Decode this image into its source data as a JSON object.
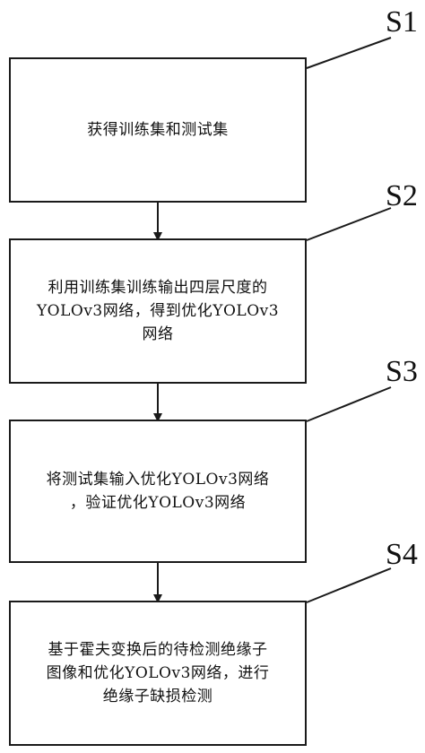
{
  "steps": [
    {
      "label": "S1",
      "text": "获得训练集和测试集"
    },
    {
      "label": "S2",
      "text": "利用训练集训练输出四层尺度的\nYOLOv3网络，得到优化YOLOv3\n网络"
    },
    {
      "label": "S3",
      "text": "将测试集输入优化YOLOv3网络\n，验证优化YOLOv3网络"
    },
    {
      "label": "S4",
      "text": "基于霍夫变换后的待检测绝缘子\n图像和优化YOLOv3网络，进行\n绝缘子缺损检测"
    }
  ],
  "colors": {
    "line": "#1a1a1a",
    "text": "#111111",
    "background": "#ffffff"
  }
}
